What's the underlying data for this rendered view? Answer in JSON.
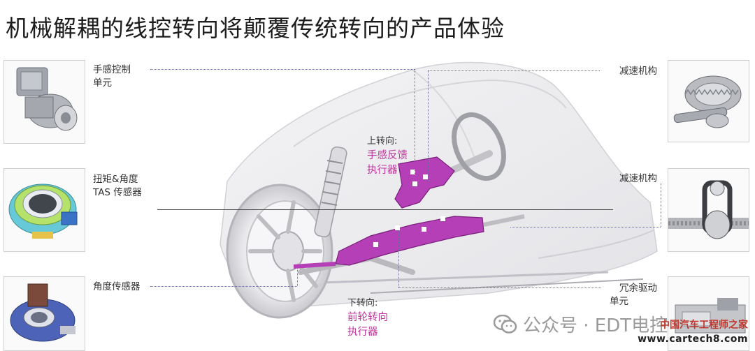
{
  "title": "机械解耦的线控转向将颠覆传统转向的产品体验",
  "left_labels": {
    "handfeel_control_unit": [
      "手感控制",
      "单元"
    ],
    "torque_angle_sensor": [
      "扭矩&角度",
      "TAS 传感器"
    ],
    "angle_sensor": [
      "角度传感器"
    ]
  },
  "right_labels": {
    "reducer_top": [
      "减速机构"
    ],
    "reducer_mid": [
      "减速机构"
    ],
    "redundant_drive_unit": [
      "冗余驱动",
      "单元"
    ]
  },
  "upper_callout": {
    "heading": "上转向:",
    "lines": [
      "手感反馈",
      "执行器"
    ]
  },
  "lower_callout": {
    "heading": "下转向:",
    "lines": [
      "前轮转向",
      "执行器"
    ]
  },
  "watermark": {
    "text": "公众号 · EDT电控",
    "icon": "wechat-icon"
  },
  "brand": {
    "name": "中国汽车工程师之家",
    "url": "www.cartech8.com"
  },
  "colors": {
    "actuator": "#b43fb6",
    "accent_text": "#c0369c",
    "leader": "#6b6b9a"
  }
}
